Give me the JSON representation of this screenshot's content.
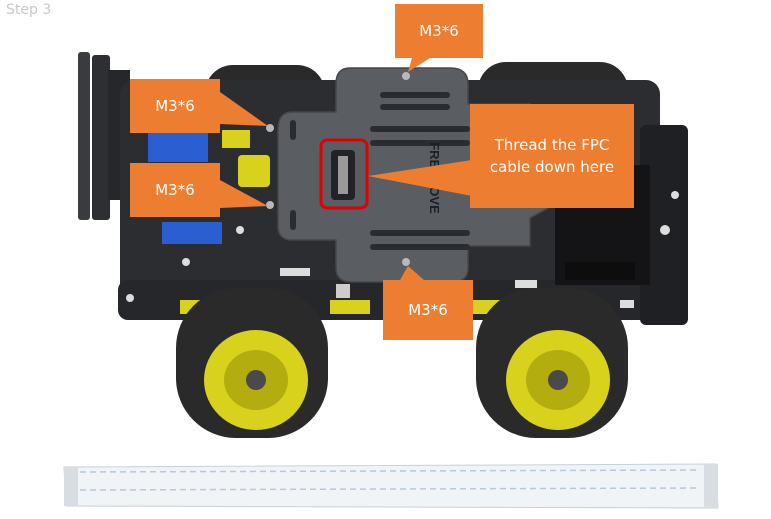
{
  "step_label": "Step 3",
  "callouts": {
    "top": "M3*6",
    "left_upper": "M3*6",
    "left_lower": "M3*6",
    "bottom": "M3*6",
    "fpc_note": "Thread the FPC cable down here"
  },
  "board_logo": "FREENOVE",
  "colors": {
    "callout": "#ed7d31",
    "highlight": "#e00000",
    "plate": "#5a5d62",
    "pcb": "#2c2d30",
    "wheel_hub": "#d8d21c",
    "tire": "#2a2a2a"
  }
}
